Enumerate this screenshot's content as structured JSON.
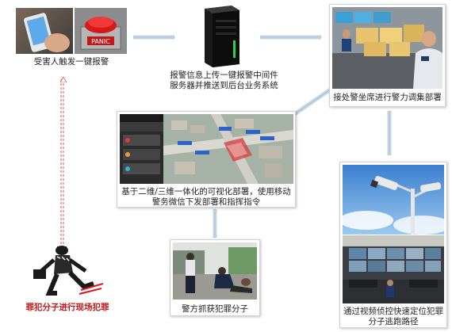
{
  "nodes": {
    "victim": {
      "caption": "受害人触发一键报警"
    },
    "server": {
      "caption_line1": "报警信息上传一键报警中间件",
      "caption_line2": "服务器并推送到后台业务系统"
    },
    "dispatch": {
      "caption": "接处警坐席进行警力调集部署"
    },
    "map": {
      "caption_line1": "基于二维/三维一体化的可视化部署，使用移动",
      "caption_line2": "警务微信下发部署和指挥指令"
    },
    "criminal": {
      "caption": "罪犯分子进行现场犯罪"
    },
    "arrest": {
      "caption": "警方抓获犯罪分子"
    },
    "video": {
      "caption_line1": "通过视频侦控快速定位犯罪",
      "caption_line2": "分子逃跑路径"
    }
  },
  "panic_button_label": "PANIC",
  "colors": {
    "arrow": "#a9c6dc",
    "red_arrow": "#e05050",
    "accent_red": "#c0161a"
  }
}
